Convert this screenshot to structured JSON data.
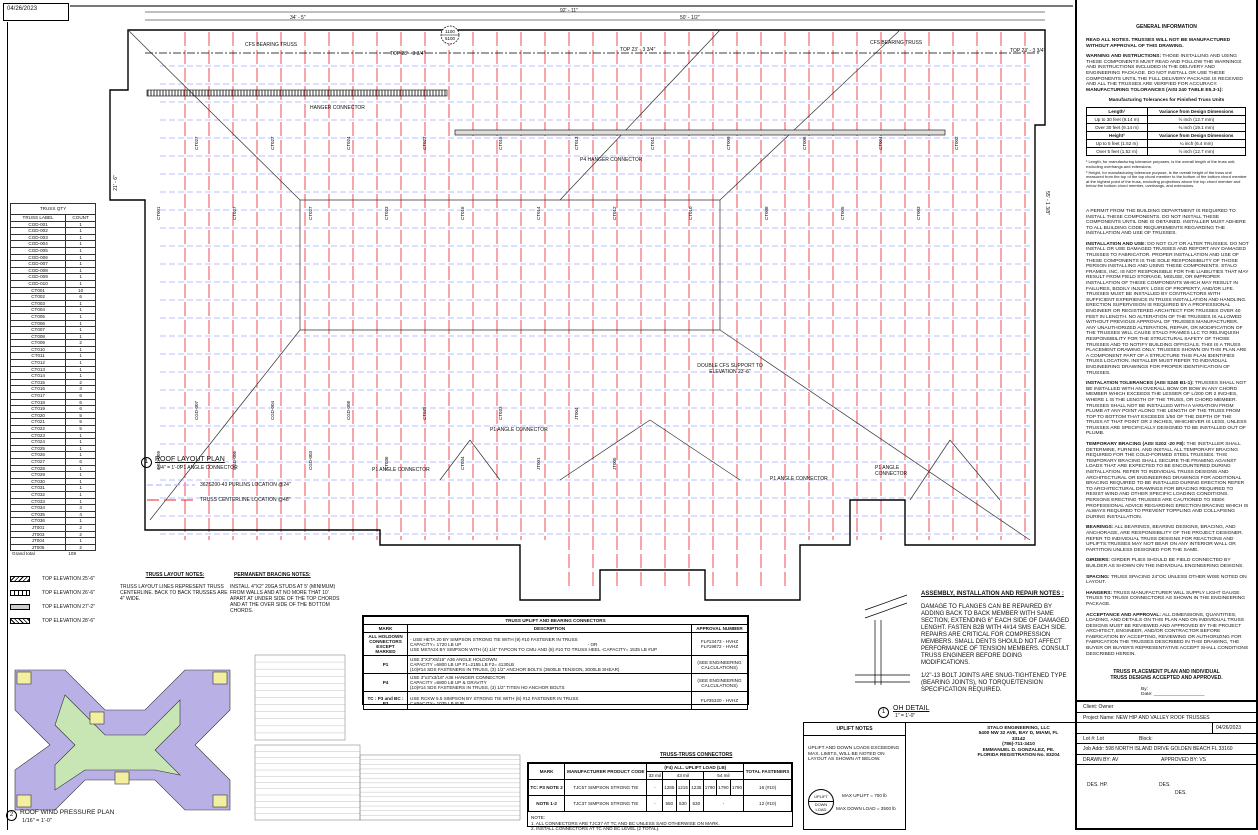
{
  "date": "04/26/2023",
  "plan": {
    "title": "ROOF LAYOUT PLAN",
    "number": "1",
    "scale": "1/4\" = 1'-0\"",
    "legend_purlin": "362S200-43 PURLINS LOCATION @24\"",
    "legend_truss": "TRUSS CENTERLINE LOCATION @48\"",
    "dims": {
      "overall": "92' - 11\"",
      "left": "34' - 5\"",
      "right": "50' - 1/2\"",
      "left_depth": "21' - 6\"",
      "right_depth": "55' - 1 3/8\""
    },
    "labels": {
      "cfs_left": "CFS BEARING TRUSS",
      "cfs_right": "CFS BEARING TRUSS",
      "top1": "TOP 23' - 3 3/4\"",
      "top2": "TOP 23' - 3 3/4\"",
      "top3": "TOP 23' - 3 3/4\"",
      "hanger1": "HANGER CONNECTOR",
      "hanger2": "P4 HANGER CONNECTOR",
      "angle1": "P1 ANGLE CONNECTOR",
      "angle2": "P1 ANGLE CONNECTOR",
      "angle3": "P1 ANGLE CONNECTOR",
      "angle4": "P1 ANGLE CONNECTOR",
      "angle5": "P1 ANGLE CONNECTOR",
      "double_cfs": "DOUBLE CFS SUPPORT TO ELEVATION 23'-6\"",
      "uplift1_up": "1100",
      "uplift1_down": "5100"
    },
    "truss_tags": [
      "CT001",
      "CT027",
      "CT027",
      "CT027",
      "CT027",
      "CT024",
      "CT023",
      "CT022",
      "CT016",
      "CT015",
      "CT014",
      "CT013",
      "CT012",
      "CT011",
      "CT010",
      "CT009",
      "CT008",
      "CT006",
      "CT005",
      "CT004",
      "CT003",
      "CT002",
      "CGD-009",
      "CGD-007",
      "CGD-006",
      "CGD-004",
      "CGD-003",
      "CGD-008",
      "CT036",
      "CT035",
      "CT034",
      "CT033",
      "JT001",
      "JT004",
      "JT005"
    ]
  },
  "truss_qty": {
    "title": "TRUSS QTY",
    "col_label": "TRUSS LABEL",
    "col_count": "COUNT",
    "rows": [
      [
        "CGD-001",
        "1"
      ],
      [
        "CGD-002",
        "1"
      ],
      [
        "CGD-003",
        "1"
      ],
      [
        "CGD-004",
        "1"
      ],
      [
        "CGD-005",
        "1"
      ],
      [
        "CGD-006",
        "1"
      ],
      [
        "CGD-007",
        "1"
      ],
      [
        "CGD-008",
        "1"
      ],
      [
        "CGD-009",
        "1"
      ],
      [
        "CGD-010",
        "1"
      ],
      [
        "CT001",
        "10"
      ],
      [
        "CT002",
        "6"
      ],
      [
        "CT003",
        "1"
      ],
      [
        "CT004",
        "1"
      ],
      [
        "CT005",
        "1"
      ],
      [
        "CT006",
        "1"
      ],
      [
        "CT007",
        "1"
      ],
      [
        "CT008",
        "1"
      ],
      [
        "CT009",
        "2"
      ],
      [
        "CT010",
        "1"
      ],
      [
        "CT011",
        "1"
      ],
      [
        "CT012",
        "1"
      ],
      [
        "CT013",
        "1"
      ],
      [
        "CT014",
        "1"
      ],
      [
        "CT015",
        "2"
      ],
      [
        "CT016",
        "3"
      ],
      [
        "CT017",
        "6"
      ],
      [
        "CT018",
        "6"
      ],
      [
        "CT019",
        "6"
      ],
      [
        "CT020",
        "5"
      ],
      [
        "CT021",
        "5"
      ],
      [
        "CT022",
        "5"
      ],
      [
        "CT023",
        "1"
      ],
      [
        "CT024",
        "1"
      ],
      [
        "CT025",
        "1"
      ],
      [
        "CT026",
        "1"
      ],
      [
        "CT027",
        "6"
      ],
      [
        "CT028",
        "1"
      ],
      [
        "CT029",
        "1"
      ],
      [
        "CT030",
        "1"
      ],
      [
        "CT031",
        "1"
      ],
      [
        "CT032",
        "1"
      ],
      [
        "CT033",
        "1"
      ],
      [
        "CT034",
        "3"
      ],
      [
        "CT035",
        "4"
      ],
      [
        "CT036",
        "1"
      ],
      [
        "JT001",
        "2"
      ],
      [
        "JT003",
        "2"
      ],
      [
        "JT004",
        "1"
      ],
      [
        "JT005",
        "2"
      ]
    ],
    "total_label": "Grand total",
    "total": "109"
  },
  "elevations": [
    "TOP ELEVATION 25'-6\"",
    "TOP ELEVATION 26'-6\"",
    "TOP ELEVATION 27'-2\"",
    "TOP ELEVATION 28'-6\""
  ],
  "layout_notes": {
    "title": "TRUSS LAYOUT NOTES:",
    "text": "TRUSS LAYOUT LINES REPRESENT TRUSS CENTERLINE. BACK TO BACK TRUSSES ARE 4\" WIDE."
  },
  "bracing_notes": {
    "title": "PERMANENT BRACING NOTES:",
    "text": "INSTALL 4\"X2\" 20GA STUDS AT 5' (MINIMUM) FROM WALLS AND AT NO MORE THAT 10' APART AT UNDER SIDE OF THE TOP CHORDS AND AT THE OVER SIDE OF THE BOTTOM CHORDS."
  },
  "wind_plan": {
    "number": "2",
    "title": "ROOF WIND PRESSURE PLAN",
    "scale": "1/16\" = 1'-0\"",
    "colors": {
      "zone1": "#b9b0e6",
      "zone2": "#c8e6b4",
      "zone3": "#f2f0a0"
    }
  },
  "connectors": {
    "title": "TRUSS UPLIFT AND BEARING CONNECTORS",
    "headers": [
      "MARK",
      "DESCRIPTION",
      "APPROVAL NUMBER"
    ],
    "rows": [
      {
        "mark": "ALL HOLDOWN CONNECTORS EXCEPT MARKED",
        "desc": [
          "- USE HETA 20 BY SIMPSON STRONG TIE WITH (9) #10 FASTENER IN TRUSS",
          "CAPACITY= 1720 LB UP                                                                                                   - OR",
          "USE MSTA24 BY SIMPSON WITH (4) 1/4\" TAPCON TO CMU AND (8) #10 TO TRUSS HEEL -CAPACITY= 1535 LB #UP"
        ],
        "approval": "FL#13473 - HVHZ FL#19872 - HVHZ"
      },
      {
        "mark": "P1",
        "desc": [
          "USE 3\"X3\"X5/16\" A36 ANGLE HOLDOWN",
          "CAPACITY =6800 LB UP F1=2155 LB F2= 4130LB",
          "(10)#14 SDS FASTENERS IN TRUSS, (3) 1/2\" ANCHOR BOLTS (3600LB TENSION, 3000LB SHEAR)"
        ],
        "approval": "(SEE ENGINEERING CALCULATIONS)"
      },
      {
        "mark": "P4",
        "desc": [
          "USE 3\"x3\"x3/16\" A36 HANGER CONNECTOR",
          "CAPACITY =6800 LB UP & GRAVITY",
          "(10)#14 SDS FASTENERS IN TRUSS, (3) 1/2\" TITEN HD ANCHOR BOLTS"
        ],
        "approval": "(SEE ENGINEERING CALCULATIONS)"
      },
      {
        "mark": "TC : P3 and BC : P3",
        "desc": [
          "USE RCKW 5.5 SIMPSON BY STRONG TIE WITH (6) #12 FASTENER IN TRUSS",
          "CAPACITY= 1035 LB #UP"
        ],
        "approval": "FL#35320 - HVHZ"
      }
    ]
  },
  "truss_truss": {
    "title": "TRUSS-TRUSS CONNECTORS",
    "h_mark": "MARK",
    "h_code": "MANUFACTURER PRODUCT CODE",
    "h_load": "(F4) ALL. UPLIFT LOAD (LB)",
    "h_total": "TOTAL FASTENERS",
    "gauges": [
      "33 mil",
      "43 mil",
      "54 mil"
    ],
    "rows": [
      {
        "mark": "TC: P3 NOTE 2",
        "code": "TJC57 SIMPSON STRONG TIE",
        "g33": "-",
        "g43": [
          "1285",
          "1215",
          "1235"
        ],
        "g54": [
          "1790",
          "1790",
          "1790"
        ],
        "total": "16 (#10)"
      },
      {
        "mark": "NOTE 1-2",
        "code": "TJC37 SIMPSON STRONG TIE",
        "g33": "-",
        "g43": [
          "550",
          "530",
          "530"
        ],
        "g54": [
          "-"
        ],
        "total": "12 (#10)"
      }
    ],
    "notes": [
      "NOTE:",
      "1. ALL CONNECTORS ARE TJC37 AT TC AND BC UNLESS SAID OTHERWISE ON MARK.",
      "2. INSTALL CONNECTORS AT TC AND BC LEVEL (2 TOTAL)."
    ]
  },
  "oh_detail": {
    "number": "1",
    "title": "OH DETAIL",
    "scale": "1\" = 1'-0\""
  },
  "assembly": {
    "title": "ASSEMBLY, INSTALLATION AND REPAIR NOTES :",
    "p1": "DAMAGE TO FLANGES CAN BE REPAIRED BY ADDING BACK TO BACK MEMBER WITH SAME SECTION, EXTENDING 6\" EACH SIDE OF DAMAGED LENGHT. FASTEN B2B WITH 4#14 SMS EACH SIDE. REPAIRS ARE CRITICAL FOR COMPRESSION MEMBERS. SMALL DENTS SHOULD NOT AFFECT PERFORMANCE OF TENSION MEMBERS. CONSULT TRUSS ENGINEER BEFORE DOING MODIFICATIONS.",
    "p2": "1/2\"-13 BOLT JOINTS ARE SNUG-TIGHTENED TYPE (BEARING JOINTS), NO TORQUE/TENSION SPECIFICATION REQUIRED."
  },
  "uplift_notes": {
    "title": "UPLIFT NOTES",
    "text": "UPLIFT AND DOWN LOADS EXCEEDING MAX. LIMITS, WILL BE NOTED ON LAYOUT AS SHOWN AT BELOW.",
    "up": "UPLIFT",
    "down": "DOWN LOAD",
    "max_up": "MAX UPLIFT = 700 lb",
    "max_down": "MAX DOWN LOAD = 3500 lb"
  },
  "engineer": [
    "STALO ENGINEERING, LLC",
    "5400 NW 32 AVE, BAY D, MIAMI, FL",
    "33142",
    "(786)-711-3410",
    "EMMANUEL D. GONZALEZ, PE.",
    "FLORIDA REGISTRATION No. 83204"
  ],
  "general": {
    "title": "GENERAL INFORMATION",
    "read": "READ ALL NOTES. TRUSSES WILL NOT BE MANUFACTURED WITHOUT APPROVAL OF THIS DRAWING.",
    "warning_h": "WARNING AND INSTRUCTIONS:",
    "warning": " THOSE INSTALLING AND USING THESE COMPONENTS MUST READ AND FOLLOW THE WARNINGS AND INSTRUCTIONS INCLUDED IN THE DELIVERY AND ENGINEERING PACKAGE. DO NOT INSTALL OR USE THESE COMPONENTS UNTIL THE FULL DELIVERY PACKAGE IS RECEIVED AND ALL THE TRUSSES ARE VERIFIED FOR ACCURACY.",
    "tol_h": "MANUFACTURING TOLORANCES (AISI 240 TABLE E5.3-1):",
    "tol_title": "Manufacturing Tolerances for Finished Truss Units",
    "tol_rows": [
      [
        "Length¹",
        "Variance from Design Dimensions"
      ],
      [
        "Up to 30 feet (9.14 m)",
        "½ inch (12.7 mm)"
      ],
      [
        "Over 30 feet (9.14 m)",
        "¾ inch (19.1 mm)"
      ],
      [
        "Height²",
        "Variance from Design Dimensions"
      ],
      [
        "Up to 5 feet (1.52 m)",
        "¼ inch (6.4 mm)"
      ],
      [
        "Over 5 feet (1.52 m)",
        "½ inch (12.7 mm)"
      ]
    ],
    "fn1": "¹ Length, for manufacturing tolerance purposes, is the overall length of the truss unit, excluding overhangs and extensions.",
    "fn2": "² Height, for manufacturing tolerance purpose, is the overall height of the truss unit measured from the top of the top chord member to the bottom of the bottom chord member at the highest point of the truss, excluding projections above the top chord member and below the bottom chord member, overhangs, and extensions.",
    "permit": "A PERMIT FROM THE BUILDING DEPARTMENT IS REQUIRED TO INSTALL THESE COMPONENTS. DO NOT INSTALL THESE COMPONENTS UNTIL ONE IS OBTAINED. INSTALLER MUST ADHERE TO ALL BUILDING CODE REQUIREMENTS REGARDING THE INSTALLATION AND USE OF TRUSSES.",
    "install_h": "INSTALLATION AND USE:",
    "install": " DO NOT CUT OR ALTER TRUSSES. DO NOT INSTALL OR USE DAMAGED TRUSSES AND REPORT ANY DAMAGED TRUSSES TO FABRICATOR. PROPER INSTALLATION AND USE OF THESE COMPONENTS IS THE SOLE RESPONSIBILITY OF THOSE PERSON INSTALLING AND USING THESE COMPONENTS. STALO FRAMES, INC. IS NOT RESPONSIBLE FOR THE LIABILITIES THAT MAY RESULT FROM FIELD STORAGE, MISUSE, OR IMPROPER INSTALLATION OF THESE COMPONENTS WHICH MAY RESULT IN FAILURES, BODILY INJURY, LOSS OF PROPERTY, AND/OR LIFE. TRUSSES MUST BE INSTALLED BY CONTRACTORS WITH SUFFICIENT EXPERIENCE IN TRUSS INSTALLATION AND HANDLING. ERECTION SUPERVISION IS REQUIRED BY A PROFESSIONAL ENGINEER OR REGISTERED ARCHITECT FOR TRUSSES OVER 40 FEET IN LENGTH. NO ALTERATION OF THE TRUSSES IS ALLOWED WITHOUT PREVIOUS APPROVAL OF TRUSSES MANUFACTURER. ANY UNAUTHORIZED ALTERATION, REPAIR, OR MODIFICATION OF THE TRUSSES WILL CAUSE STALO FRAMES LLC TO RELINQUISH RESPONSIBILITY FOR THE STRUCTURAL SAFETY OF THOSE TRUSSES AND TO NOTIFY BUILDING OFFICIALS. THIS IS A TRUSS PLACEMENT DRAWING ONLY. TRUSSES SHOWN ON THIS PLAN ARE A COMPONENT PART OF A STRUCTURE THIS PLAN IDENTIFIES TRUSS LOCATION. INSTALLER MUST REFER TO INDIVIDUAL ENGINEERING DRAWINGS FOR PROPER IDENTIFICATION OF TRUSSES.",
    "itol_h": "INSTALATION TOLERANCES (AISI S240 B1-1):",
    "itol": " TRUSSES SHALL NOT BE INSTALLED WITH AN OVERALL BOW OR BOW IN ANY CHORD MEMBER WHICH EXCEEDS THE LESSER OF L/200 OR 2 INCHES, WHERE L IS THE LENGTH OF THE TRUSS, OR CHORD MEMBER. TRUSSES SHALL NOT BE INSTALLED WITH A VARIATION FROM PLUMB AT ANY POINT ALONG THE LENGTH OF THE TRUSS FROM TOP TO BOTTOM THAT EXCEEDS 1/50 OF THE DEPTH OF THE TRUSS AT THAT POINT OR 2 INCHES, WHICHEVER IS LESS, UNLESS TRUSSES ARE SPECIFICALLY DESIGNED TO BE INSTALLED OUT OF PLUMB.",
    "temp_h": "TEMPORARY BRACING (AISI S202 -20 F8):",
    "temp": " THE INSTALLER SHALL DETERMINE, FURNISH, AND INSTALL ALL TEMPORARY BRACING REQUIRED FOR THE COLD-FORMED STEEL TRUSSES. THIS TEMPORARY BRACING SHALL SECURE THE FRAMING AGAINST LOADS THAT ARE EXPECTED TO BE ENCOUNTERED DURING INSTALLATION. REFER TO INDIVIDUAL TRUSS DESIGNS AND ARCHITECTURAL OR ENGINEERING DRAWINGS FOR ADDITIONAL BRACING REQUIRED TO BE INSTALLED DURING ERECTION REFER TO ARCHITECTURAL DRAWINGS FOR BRACING REQUIRED TO RESIST WIND AND OTHER SPECIFIC LOADING CONDITIONS. PERSONS ERECTING TRUSSES ARE CAUTIONED TO SEEK PROFESSIONAL ADVICE REGARDING ERECTION BRACING WHICH IS ALWAYS REQUIRED TO PREVENT TOPPLING AND COLLAPSING DURING INSTALLATION.",
    "bear_h": "BEARINGS:",
    "bear": " ALL BEARINGS, BEARING DESIGNS, BRACING, AND ANCHORAGE, ARE RESPONSIBILITY OF THE PROJECT DESIGNER. REFER TO INDIVIDUAL TRUSS DESIGNS FOR REACTIONS AND UPLIFTS.TRUSSES MAY NOT BEAR ON ANY INTERIOR WALL OR PARTITION UNLESS DESIGNED FOR THE SAME.",
    "gird_h": "GIRDERS:",
    "gird": " GIRDER PLIES SHOULD BE FIELD CONNECTED BY BUILDER AS SHOWN ON THE INDIVIDUAL ENGINEERING DESIGNS.",
    "spac_h": "SPACING:",
    "spac": " TRUSS SPACING 24\"OC UNLESS OTHER WISE NOTED ON LAYOUT.",
    "hang_h": "HANGERS:",
    "hang": " TRUSS MANUFACTURER WILL SUPPLY LIGHT GAUGE TRUSS TO TRUSS CONNECTORS AS SHOWN IN THE ENGINEERING PACKAGE.",
    "acc_h": "ACCEPTANCE AND APPROVAL:",
    "acc": " ALL DIMENSIONS, QUANTITIES, LOADING, AND DETAILS ON THIS PLAN AND ON INDIVIDUAL TRUSS DESIGNS MUST BE REVIEWED AND APPROVED BY THE PROJECT ARCHITECT, ENGINEER, AND/OR CONTRACTOR BEFORE FABRICATION BY ACCEPTING, REVIEWING OR AUTHORIZING FOR FABRICATION THE TRUSSES DESCRIBED IN THIS DRAWING, THE BUYER OR BUYER'S REPRESENTATIVE ACCEPT SHALL CONDITIONS DESCRIBED HEREIN.",
    "accepted": "TRUSS PLACEMENT PLAN AND INDIVIDUAL TRUSS DESIGNS ACCEPTED AND APPROVED.",
    "by": "By:",
    "date": "Date: ___________________"
  },
  "title_block": {
    "client": "Client: Owner",
    "project": "Project Name: NEW HIP AND VALLEY ROOF TRUSSES",
    "date": "04/26/2023",
    "lot": "Lot #: Lot",
    "block": "Block:",
    "address": "Job Addr: 598 NORTH ISLAND DRIVE GOLDEN BEACH FL 33160",
    "drawn": "DRAWN BY: AV",
    "approved": "APPROVED BY: VS",
    "des_hp": "DES. HP.",
    "des1": "DES.",
    "des2": "DES."
  },
  "colors": {
    "truss_line": "#e8232a",
    "purlin_line": "#a9a9ff",
    "wall": "#000000"
  }
}
